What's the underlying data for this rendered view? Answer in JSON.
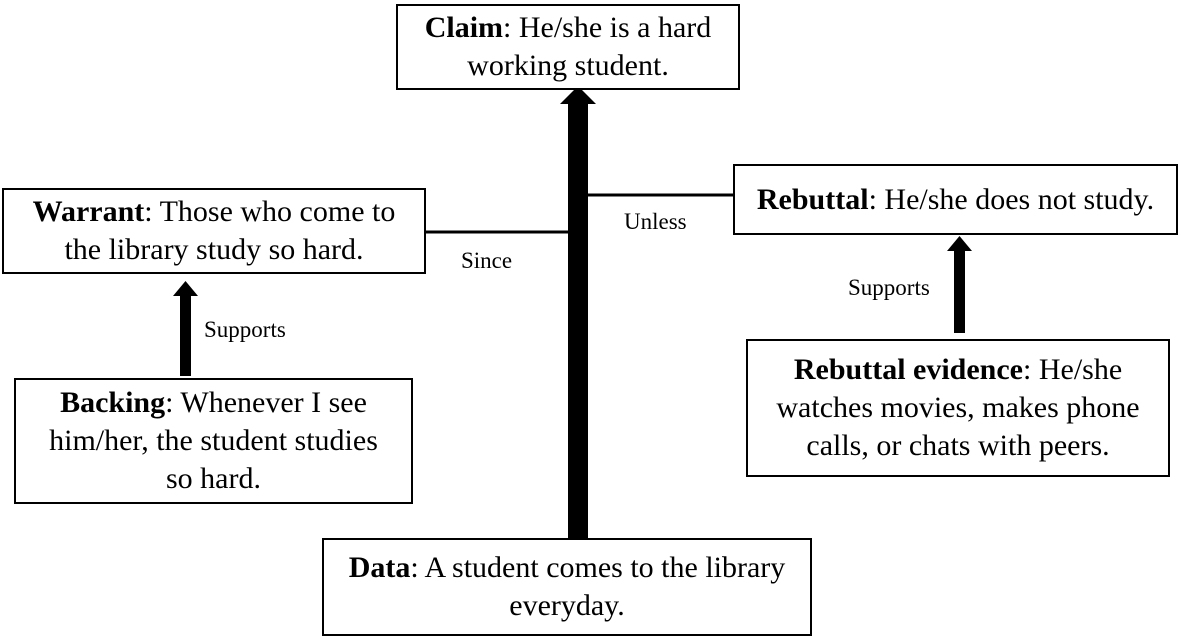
{
  "claim": {
    "term": "Claim",
    "text": ": He/she is a hard working student."
  },
  "warrant": {
    "term": "Warrant",
    "text": ": Those who come to the library study so hard."
  },
  "backing": {
    "term": "Backing",
    "text": ": Whenever I see him/her, the student studies so hard."
  },
  "data": {
    "term": "Data",
    "text": ": A student comes to the library everyday."
  },
  "rebuttal": {
    "term": "Rebuttal",
    "text": ": He/she does not study."
  },
  "rebuttal_evidence": {
    "term": "Rebuttal evidence",
    "text": ": He/she watches movies, makes phone calls, or chats with peers."
  },
  "labels": {
    "since": "Since",
    "unless": "Unless",
    "supports_left": "Supports",
    "supports_right": "Supports"
  }
}
